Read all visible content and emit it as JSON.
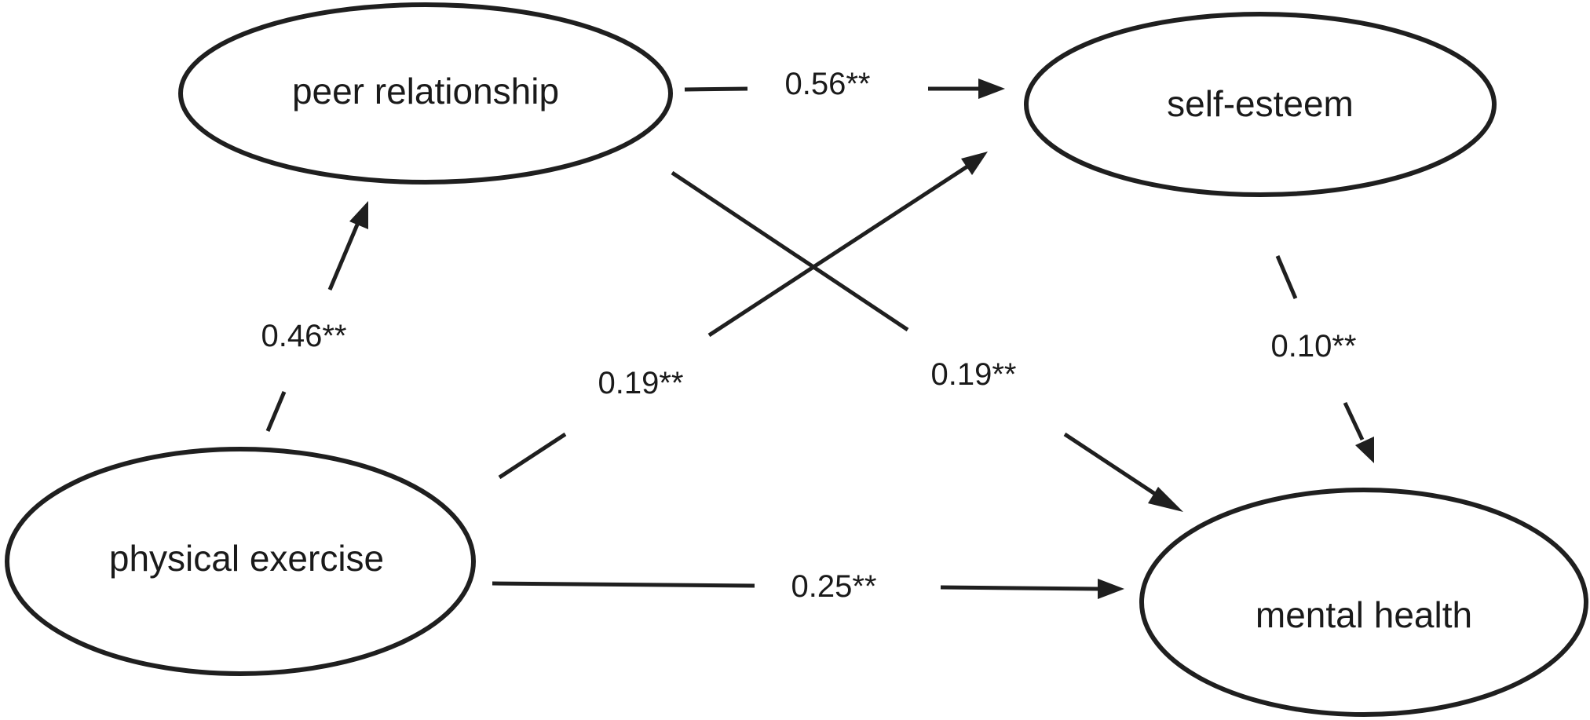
{
  "nodes": {
    "peer_relationship": "peer relationship",
    "self_esteem": "self-esteem",
    "physical_exercise": "physical exercise",
    "mental_health": "mental health"
  },
  "paths": [
    {
      "from": "peer relationship",
      "to": "self-esteem",
      "coefficient": "0.56**"
    },
    {
      "from": "physical exercise",
      "to": "peer relationship",
      "coefficient": "0.46**"
    },
    {
      "from": "physical exercise",
      "to": "self-esteem",
      "coefficient": "0.19**"
    },
    {
      "from": "peer relationship",
      "to": "mental health",
      "coefficient": "0.19**"
    },
    {
      "from": "self-esteem",
      "to": "mental health",
      "coefficient": "0.10**"
    },
    {
      "from": "physical exercise",
      "to": "mental health",
      "coefficient": "0.25**"
    }
  ],
  "colors": {
    "stroke": "#1f1f1f",
    "text": "#1a1a1a",
    "background": "#ffffff"
  }
}
